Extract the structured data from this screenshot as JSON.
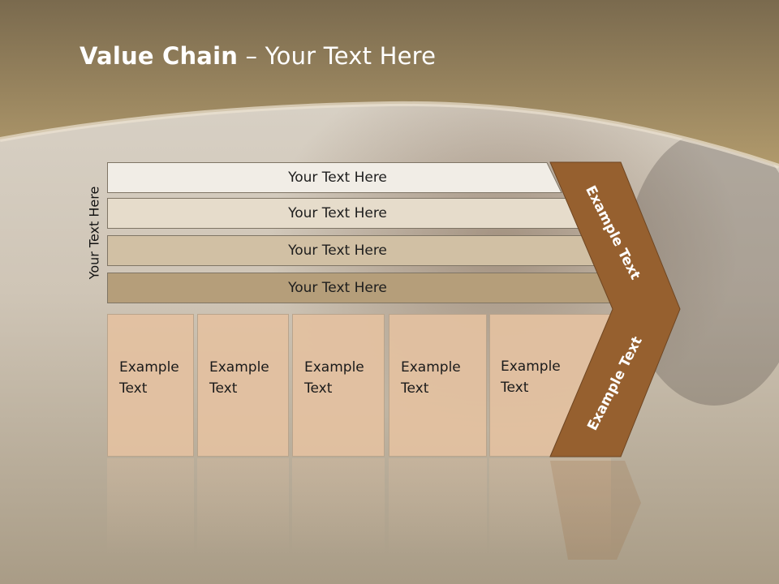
{
  "slide": {
    "title_bold": "Value Chain",
    "title_rest": " – Your Text Here",
    "side_label": "Your Text Here",
    "bars": [
      {
        "label": "Your Text Here",
        "color": "#f1ede6"
      },
      {
        "label": "Your Text Here",
        "color": "#e6dccb"
      },
      {
        "label": "Your Text Here",
        "color": "#d1c0a4"
      },
      {
        "label": "Your Text Here",
        "color": "#b59e7a"
      }
    ],
    "cards": [
      {
        "line1": "Example",
        "line2": "Text"
      },
      {
        "line1": "Example",
        "line2": "Text"
      },
      {
        "line1": "Example",
        "line2": "Text"
      },
      {
        "line1": "Example",
        "line2": "Text"
      },
      {
        "line1": "Example",
        "line2": "Text"
      }
    ],
    "chevron_upper_label": "Example Text",
    "chevron_lower_label": "Example Text"
  },
  "colors": {
    "header_top": "#7a6a4e",
    "header_bottom": "#b19a6c",
    "chevron": "#96602f",
    "card": "#e3c1a0"
  }
}
